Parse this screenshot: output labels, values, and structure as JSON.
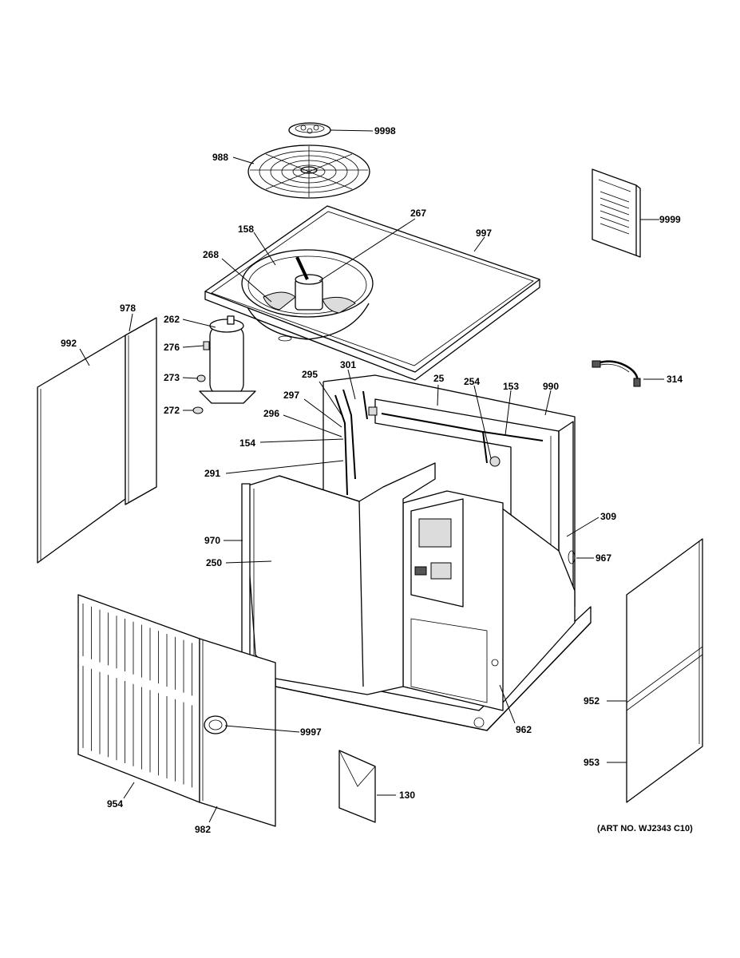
{
  "callouts": {
    "c9998": "9998",
    "c988": "988",
    "c267": "267",
    "c158": "158",
    "c268": "268",
    "c997": "997",
    "c9999": "9999",
    "c978": "978",
    "c262": "262",
    "c992": "992",
    "c276": "276",
    "c273": "273",
    "c272": "272",
    "c295": "295",
    "c301": "301",
    "c25": "25",
    "c254": "254",
    "c153": "153",
    "c990": "990",
    "c314": "314",
    "c297": "297",
    "c296": "296",
    "c154": "154",
    "c291": "291",
    "c309": "309",
    "c970": "970",
    "c967": "967",
    "c250": "250",
    "c9997": "9997",
    "c962": "962",
    "c952": "952",
    "c953": "953",
    "c954": "954",
    "c130": "130",
    "c982": "982"
  },
  "art_number": "(ART NO. WJ2343 C10)"
}
